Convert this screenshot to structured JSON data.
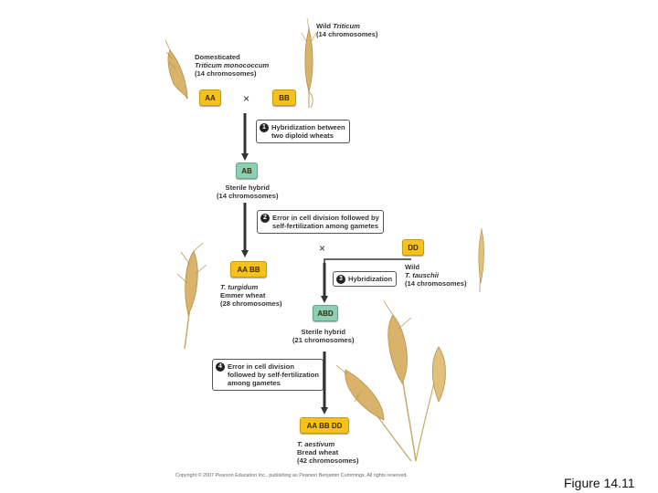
{
  "labels": {
    "wild_triticum": [
      "Wild ",
      "Triticum",
      "(14 chromosomes)"
    ],
    "domesticated": [
      "Domesticated",
      "Triticum monococcum",
      "(14 chromosomes)"
    ],
    "sterile_hybrid_1": [
      "Sterile hybrid",
      "(14 chromosomes)"
    ],
    "t_turgidum": [
      "T. turgidum",
      "Emmer wheat",
      "(28 chromosomes)"
    ],
    "wild_tauschii": [
      "Wild",
      "T. tauschii",
      "(14 chromosomes)"
    ],
    "sterile_hybrid_2": [
      "Sterile hybrid",
      "(21 chromosomes)"
    ],
    "t_aestivum": [
      "T. aestivum",
      "Bread wheat",
      "(42 chromosomes)"
    ]
  },
  "genomes": {
    "aa": "AA",
    "bb": "BB",
    "ab": "AB",
    "aabb": "AA  BB",
    "dd": "DD",
    "abd": "ABD",
    "aabbdd": "AA  BB  DD"
  },
  "steps": [
    {
      "num": "1",
      "lines": [
        "Hybridization between",
        "two diploid wheats"
      ]
    },
    {
      "num": "2",
      "lines": [
        "Error in cell division followed by",
        "self-fertilization among gametes"
      ]
    },
    {
      "num": "3",
      "lines": [
        "Hybridization"
      ]
    },
    {
      "num": "4",
      "lines": [
        "Error in cell division",
        "followed by self-fertilization",
        "among gametes"
      ]
    }
  ],
  "cross_symbol": "×",
  "copyright": "Copyright © 2007 Pearson Education Inc., publishing as Pearson Benjamin Cummings. All rights reserved.",
  "figure_label": "Figure 14.11",
  "colors": {
    "genome_box_yellow": "#f4c21a",
    "genome_box_green": "#8ccfb4",
    "arrow": "#333333",
    "wheat": "#d9b36a"
  }
}
